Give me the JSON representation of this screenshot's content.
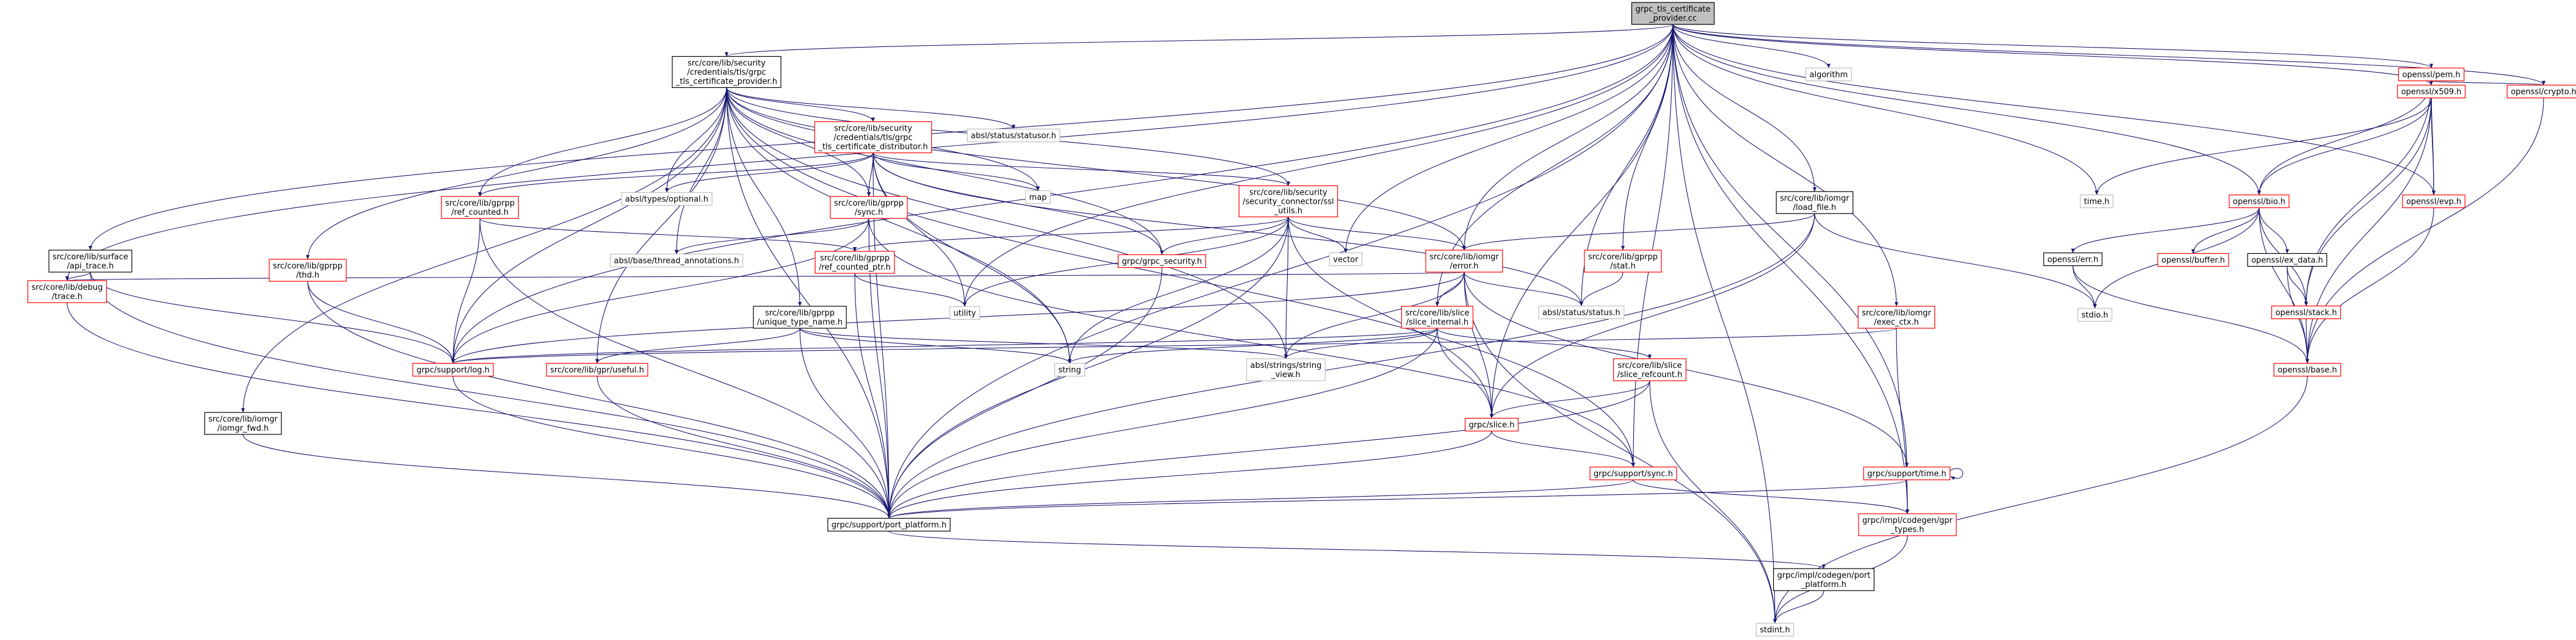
{
  "colors": {
    "edge": "#191970",
    "root_fill": "#bfbfbf",
    "normal_border": "#000000",
    "linked_border": "#ff0000",
    "system_border": "#bfbfbf",
    "text": "#000000"
  },
  "nodes": [
    {
      "id": "root",
      "lines": [
        "grpc_tls_certificate",
        "_provider.cc"
      ],
      "kind": "root"
    },
    {
      "id": "api_trace",
      "lines": [
        "src/core/lib/surface",
        "/api_trace.h"
      ],
      "kind": "normal"
    },
    {
      "id": "debug_trace",
      "lines": [
        "src/core/lib/debug",
        "/trace.h"
      ],
      "kind": "linked"
    },
    {
      "id": "tls_provider",
      "lines": [
        "src/core/lib/security",
        "/credentials/tls/grpc",
        "_tls_certificate_provider.h"
      ],
      "kind": "normal"
    },
    {
      "id": "distributor",
      "lines": [
        "src/core/lib/security",
        "/credentials/tls/grpc",
        "_tls_certificate_distributor.h"
      ],
      "kind": "linked"
    },
    {
      "id": "statusor",
      "lines": [
        "absl/status/statusor.h"
      ],
      "kind": "system"
    },
    {
      "id": "optional",
      "lines": [
        "absl/types/optional.h"
      ],
      "kind": "system"
    },
    {
      "id": "map",
      "lines": [
        "map"
      ],
      "kind": "system"
    },
    {
      "id": "ref_counted",
      "lines": [
        "src/core/lib/gprpp",
        "/ref_counted.h"
      ],
      "kind": "linked"
    },
    {
      "id": "gprpp_sync",
      "lines": [
        "src/core/lib/gprpp",
        "/sync.h"
      ],
      "kind": "linked"
    },
    {
      "id": "thread_ann",
      "lines": [
        "absl/base/thread_annotations.h"
      ],
      "kind": "system"
    },
    {
      "id": "ssl_utils",
      "lines": [
        "src/core/lib/security",
        "/security_connector/ssl",
        "_utils.h"
      ],
      "kind": "linked"
    },
    {
      "id": "ref_counted_ptr",
      "lines": [
        "src/core/lib/gprpp",
        "/ref_counted_ptr.h"
      ],
      "kind": "linked"
    },
    {
      "id": "grpc_security",
      "lines": [
        "grpc/grpc_security.h"
      ],
      "kind": "linked"
    },
    {
      "id": "vector",
      "lines": [
        "vector"
      ],
      "kind": "system"
    },
    {
      "id": "algorithm",
      "lines": [
        "algorithm"
      ],
      "kind": "system"
    },
    {
      "id": "load_file",
      "lines": [
        "src/core/lib/iomgr",
        "/load_file.h"
      ],
      "kind": "normal"
    },
    {
      "id": "iomgr_error",
      "lines": [
        "src/core/lib/iomgr",
        "/error.h"
      ],
      "kind": "linked"
    },
    {
      "id": "gprpp_stat",
      "lines": [
        "src/core/lib/gprpp",
        "/stat.h"
      ],
      "kind": "linked"
    },
    {
      "id": "abs_status",
      "lines": [
        "absl/status/status.h"
      ],
      "kind": "system"
    },
    {
      "id": "utility",
      "lines": [
        "utility"
      ],
      "kind": "system"
    },
    {
      "id": "thd",
      "lines": [
        "src/core/lib/gprpp",
        "/thd.h"
      ],
      "kind": "linked"
    },
    {
      "id": "unique_type",
      "lines": [
        "src/core/lib/gprpp",
        "/unique_type_name.h"
      ],
      "kind": "normal"
    },
    {
      "id": "slice_internal",
      "lines": [
        "src/core/lib/slice",
        "/slice_internal.h"
      ],
      "kind": "linked"
    },
    {
      "id": "exec_ctx",
      "lines": [
        "src/core/lib/iomgr",
        "/exec_ctx.h"
      ],
      "kind": "linked"
    },
    {
      "id": "log",
      "lines": [
        "grpc/support/log.h"
      ],
      "kind": "linked"
    },
    {
      "id": "useful",
      "lines": [
        "src/core/lib/gpr/useful.h"
      ],
      "kind": "linked"
    },
    {
      "id": "string",
      "lines": [
        "string"
      ],
      "kind": "system"
    },
    {
      "id": "string_view",
      "lines": [
        "absl/strings/string",
        "_view.h"
      ],
      "kind": "system"
    },
    {
      "id": "slice_refcount",
      "lines": [
        "src/core/lib/slice",
        "/slice_refcount.h"
      ],
      "kind": "linked"
    },
    {
      "id": "iomgr_fwd",
      "lines": [
        "src/core/lib/iomgr",
        "/iomgr_fwd.h"
      ],
      "kind": "normal"
    },
    {
      "id": "grpc_slice",
      "lines": [
        "grpc/slice.h"
      ],
      "kind": "linked"
    },
    {
      "id": "support_sync",
      "lines": [
        "grpc/support/sync.h"
      ],
      "kind": "linked"
    },
    {
      "id": "support_time",
      "lines": [
        "grpc/support/time.h"
      ],
      "kind": "linked"
    },
    {
      "id": "port_platform",
      "lines": [
        "grpc/support/port_platform.h"
      ],
      "kind": "normal"
    },
    {
      "id": "gpr_types",
      "lines": [
        "grpc/impl/codegen/gpr",
        "_types.h"
      ],
      "kind": "linked"
    },
    {
      "id": "codegen_port",
      "lines": [
        "grpc/impl/codegen/port",
        "_platform.h"
      ],
      "kind": "normal"
    },
    {
      "id": "stdint",
      "lines": [
        "stdint.h"
      ],
      "kind": "system"
    },
    {
      "id": "time_h",
      "lines": [
        "time.h"
      ],
      "kind": "system"
    },
    {
      "id": "pem",
      "lines": [
        "openssl/pem.h"
      ],
      "kind": "linked"
    },
    {
      "id": "x509",
      "lines": [
        "openssl/x509.h"
      ],
      "kind": "linked"
    },
    {
      "id": "crypto",
      "lines": [
        "openssl/crypto.h"
      ],
      "kind": "linked"
    },
    {
      "id": "bio",
      "lines": [
        "openssl/bio.h"
      ],
      "kind": "linked"
    },
    {
      "id": "evp",
      "lines": [
        "openssl/evp.h"
      ],
      "kind": "linked"
    },
    {
      "id": "err",
      "lines": [
        "openssl/err.h"
      ],
      "kind": "normal"
    },
    {
      "id": "buffer",
      "lines": [
        "openssl/buffer.h"
      ],
      "kind": "linked"
    },
    {
      "id": "ex_data",
      "lines": [
        "openssl/ex_data.h"
      ],
      "kind": "normal"
    },
    {
      "id": "stdio",
      "lines": [
        "stdio.h"
      ],
      "kind": "system"
    },
    {
      "id": "stack",
      "lines": [
        "openssl/stack.h"
      ],
      "kind": "linked"
    },
    {
      "id": "base",
      "lines": [
        "openssl/base.h"
      ],
      "kind": "linked"
    }
  ],
  "edges": [
    [
      "root",
      "api_trace"
    ],
    [
      "root",
      "debug_trace"
    ],
    [
      "root",
      "tls_provider"
    ],
    [
      "root",
      "port_platform"
    ],
    [
      "root",
      "log"
    ],
    [
      "root",
      "vector"
    ],
    [
      "root",
      "algorithm"
    ],
    [
      "root",
      "load_file"
    ],
    [
      "root",
      "iomgr_error"
    ],
    [
      "root",
      "gprpp_stat"
    ],
    [
      "root",
      "abs_status"
    ],
    [
      "root",
      "slice_internal"
    ],
    [
      "root",
      "exec_ctx"
    ],
    [
      "root",
      "grpc_slice"
    ],
    [
      "root",
      "support_sync"
    ],
    [
      "root",
      "support_time"
    ],
    [
      "root",
      "gpr_types"
    ],
    [
      "root",
      "stdint"
    ],
    [
      "root",
      "time_h"
    ],
    [
      "root",
      "pem"
    ],
    [
      "root",
      "x509"
    ],
    [
      "root",
      "crypto"
    ],
    [
      "root",
      "bio"
    ],
    [
      "root",
      "evp"
    ],
    [
      "root",
      "utility"
    ],
    [
      "api_trace",
      "debug_trace"
    ],
    [
      "api_trace",
      "log"
    ],
    [
      "api_trace",
      "port_platform"
    ],
    [
      "debug_trace",
      "port_platform"
    ],
    [
      "tls_provider",
      "distributor"
    ],
    [
      "tls_provider",
      "statusor"
    ],
    [
      "tls_provider",
      "optional"
    ],
    [
      "tls_provider",
      "map"
    ],
    [
      "tls_provider",
      "ref_counted"
    ],
    [
      "tls_provider",
      "gprpp_sync"
    ],
    [
      "tls_provider",
      "thread_ann"
    ],
    [
      "tls_provider",
      "ssl_utils"
    ],
    [
      "tls_provider",
      "thd"
    ],
    [
      "tls_provider",
      "unique_type"
    ],
    [
      "tls_provider",
      "log"
    ],
    [
      "tls_provider",
      "useful"
    ],
    [
      "tls_provider",
      "iomgr_fwd"
    ],
    [
      "tls_provider",
      "port_platform"
    ],
    [
      "tls_provider",
      "string"
    ],
    [
      "tls_provider",
      "grpc_security"
    ],
    [
      "tls_provider",
      "support_sync"
    ],
    [
      "tls_provider",
      "iomgr_error"
    ],
    [
      "tls_provider",
      "string_view"
    ],
    [
      "distributor",
      "ref_counted"
    ],
    [
      "distributor",
      "gprpp_sync"
    ],
    [
      "distributor",
      "ssl_utils"
    ],
    [
      "distributor",
      "map"
    ],
    [
      "distributor",
      "optional"
    ],
    [
      "distributor",
      "utility"
    ],
    [
      "distributor",
      "string"
    ],
    [
      "distributor",
      "port_platform"
    ],
    [
      "distributor",
      "abs_status"
    ],
    [
      "distributor",
      "grpc_security"
    ],
    [
      "ref_counted",
      "ref_counted_ptr"
    ],
    [
      "ref_counted",
      "log"
    ],
    [
      "ref_counted",
      "port_platform"
    ],
    [
      "gprpp_sync",
      "thread_ann"
    ],
    [
      "gprpp_sync",
      "log"
    ],
    [
      "gprpp_sync",
      "port_platform"
    ],
    [
      "gprpp_sync",
      "support_sync"
    ],
    [
      "ssl_utils",
      "ref_counted_ptr"
    ],
    [
      "ssl_utils",
      "grpc_security"
    ],
    [
      "ssl_utils",
      "vector"
    ],
    [
      "ssl_utils",
      "utility"
    ],
    [
      "ssl_utils",
      "iomgr_error"
    ],
    [
      "ssl_utils",
      "string"
    ],
    [
      "ssl_utils",
      "string_view"
    ],
    [
      "ssl_utils",
      "port_platform"
    ],
    [
      "ssl_utils",
      "grpc_slice"
    ],
    [
      "ref_counted_ptr",
      "utility"
    ],
    [
      "ref_counted_ptr",
      "port_platform"
    ],
    [
      "grpc_security",
      "port_platform"
    ],
    [
      "load_file",
      "iomgr_error"
    ],
    [
      "load_file",
      "stdio"
    ],
    [
      "load_file",
      "port_platform"
    ],
    [
      "load_file",
      "grpc_slice"
    ],
    [
      "iomgr_error",
      "abs_status"
    ],
    [
      "iomgr_error",
      "slice_internal"
    ],
    [
      "iomgr_error",
      "log"
    ],
    [
      "iomgr_error",
      "debug_trace"
    ],
    [
      "iomgr_error",
      "string_view"
    ],
    [
      "iomgr_error",
      "grpc_slice"
    ],
    [
      "iomgr_error",
      "stdint"
    ],
    [
      "iomgr_error",
      "support_time"
    ],
    [
      "gprpp_stat",
      "abs_status"
    ],
    [
      "thd",
      "log"
    ],
    [
      "thd",
      "port_platform"
    ],
    [
      "unique_type",
      "string"
    ],
    [
      "unique_type",
      "string_view"
    ],
    [
      "unique_type",
      "port_platform"
    ],
    [
      "unique_type",
      "useful"
    ],
    [
      "slice_internal",
      "slice_refcount"
    ],
    [
      "slice_internal",
      "log"
    ],
    [
      "slice_internal",
      "string"
    ],
    [
      "slice_internal",
      "string_view"
    ],
    [
      "slice_internal",
      "grpc_slice"
    ],
    [
      "slice_internal",
      "port_platform"
    ],
    [
      "exec_ctx",
      "log"
    ],
    [
      "exec_ctx",
      "gpr_types"
    ],
    [
      "log",
      "port_platform"
    ],
    [
      "useful",
      "port_platform"
    ],
    [
      "slice_refcount",
      "grpc_slice"
    ],
    [
      "slice_refcount",
      "port_platform"
    ],
    [
      "slice_refcount",
      "stdint"
    ],
    [
      "iomgr_fwd",
      "port_platform"
    ],
    [
      "grpc_slice",
      "support_sync"
    ],
    [
      "grpc_slice",
      "port_platform"
    ],
    [
      "support_sync",
      "port_platform"
    ],
    [
      "support_sync",
      "gpr_types"
    ],
    [
      "support_time",
      "port_platform"
    ],
    [
      "support_time",
      "gpr_types"
    ],
    [
      "support_time",
      "support_time"
    ],
    [
      "port_platform",
      "codegen_port"
    ],
    [
      "gpr_types",
      "stdint"
    ],
    [
      "codegen_port",
      "stdint"
    ],
    [
      "pem",
      "x509"
    ],
    [
      "pem",
      "bio"
    ],
    [
      "pem",
      "evp"
    ],
    [
      "pem",
      "stack"
    ],
    [
      "pem",
      "crypto"
    ],
    [
      "x509",
      "time_h"
    ],
    [
      "x509",
      "bio"
    ],
    [
      "x509",
      "evp"
    ],
    [
      "x509",
      "stack"
    ],
    [
      "x509",
      "base"
    ],
    [
      "crypto",
      "base"
    ],
    [
      "bio",
      "err"
    ],
    [
      "bio",
      "buffer"
    ],
    [
      "bio",
      "ex_data"
    ],
    [
      "bio",
      "stack"
    ],
    [
      "bio",
      "base"
    ],
    [
      "bio",
      "stdio"
    ],
    [
      "evp",
      "base"
    ],
    [
      "err",
      "stdio"
    ],
    [
      "err",
      "base"
    ],
    [
      "ex_data",
      "stack"
    ],
    [
      "ex_data",
      "base"
    ],
    [
      "stack",
      "base"
    ],
    [
      "base",
      "stdint"
    ]
  ]
}
